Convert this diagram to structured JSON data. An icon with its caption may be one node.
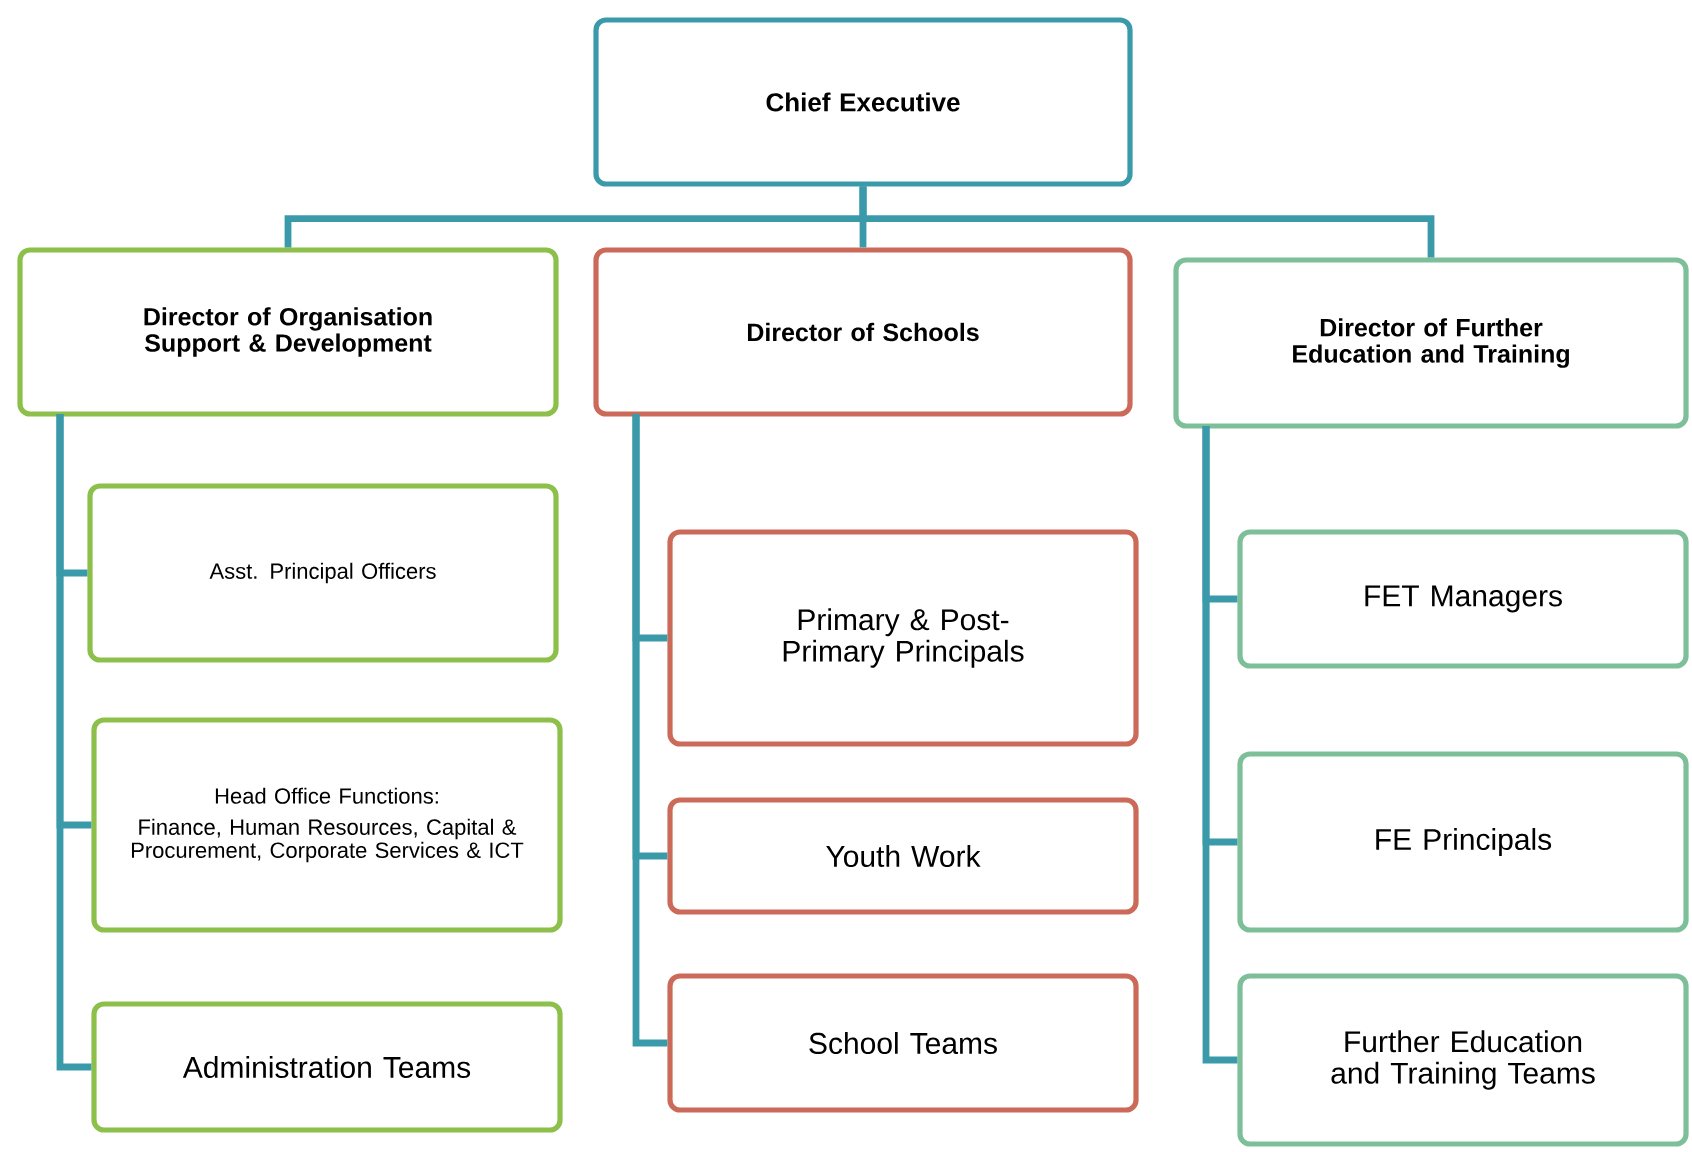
{
  "diagram": {
    "nodes": [
      {
        "text": [
          "Chief Executive"
        ]
      },
      {
        "text": [
          "Director of Organisation Support & Development"
        ]
      },
      {
        "text": [
          "Director of Schools"
        ]
      },
      {
        "text": [
          "Director of Further Education and Training"
        ]
      },
      {
        "text": [
          "Asst. Principal Officers"
        ]
      },
      {
        "text": [
          "Head Office Functions:",
          "Finance, Human Resources, Capital & Procurement, Corporate Services & ICT"
        ]
      },
      {
        "text": [
          "Administration Teams"
        ]
      },
      {
        "text": [
          "Primary & Post-Primary Principals"
        ]
      },
      {
        "text": [
          "Youth Work"
        ]
      },
      {
        "text": [
          "School Teams"
        ]
      },
      {
        "text": [
          "FET Managers"
        ]
      },
      {
        "text": [
          "FE Principals"
        ]
      },
      {
        "text": [
          "Further Education and Training Teams"
        ]
      }
    ],
    "edges": [
      {
        "from": 0,
        "to": 1,
        "arrow": "none"
      },
      {
        "from": 0,
        "to": 2,
        "arrow": "none"
      },
      {
        "from": 0,
        "to": 3,
        "arrow": "none"
      },
      {
        "from": 1,
        "to": 4,
        "arrow": "none"
      },
      {
        "from": 1,
        "to": 5,
        "arrow": "none"
      },
      {
        "from": 1,
        "to": 6,
        "arrow": "none"
      },
      {
        "from": 2,
        "to": 7,
        "arrow": "none"
      },
      {
        "from": 2,
        "to": 8,
        "arrow": "none"
      },
      {
        "from": 2,
        "to": 9,
        "arrow": "none"
      },
      {
        "from": 3,
        "to": 10,
        "arrow": "none"
      },
      {
        "from": 3,
        "to": 11,
        "arrow": "none"
      },
      {
        "from": 3,
        "to": 12,
        "arrow": "none"
      }
    ]
  }
}
